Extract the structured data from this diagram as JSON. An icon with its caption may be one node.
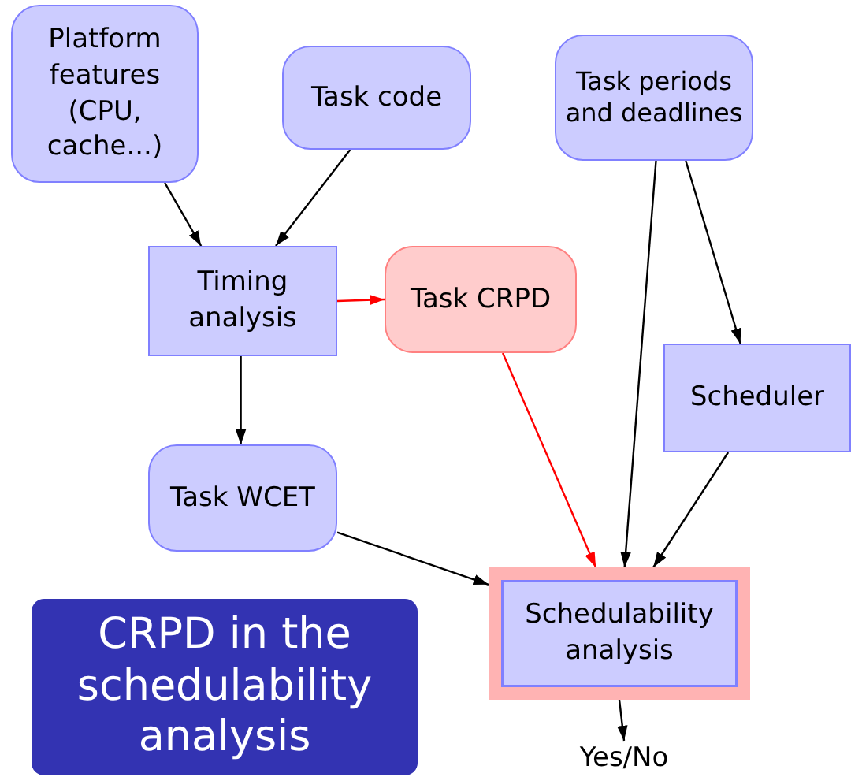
{
  "diagram": {
    "nodes": [
      {
        "text": [
          "Platform features (CPU, cache...)"
        ]
      },
      {
        "text": [
          "Task code"
        ]
      },
      {
        "text": [
          "Task periods and deadlines"
        ]
      },
      {
        "text": [
          "Timing analysis"
        ]
      },
      {
        "text": [
          "Task CRPD"
        ]
      },
      {
        "text": [
          "Scheduler"
        ]
      },
      {
        "text": [
          "Task WCET"
        ]
      },
      {
        "text": [
          "Schedulability analysis"
        ]
      },
      {
        "text": [
          "Yes/No"
        ]
      },
      {
        "text": [
          "CRPD in the schedulability analysis"
        ]
      }
    ],
    "edges": [
      {
        "from": 0,
        "to": 3,
        "arrow": "to"
      },
      {
        "from": 1,
        "to": 3,
        "arrow": "to"
      },
      {
        "from": 3,
        "to": 4,
        "arrow": "to",
        "color": "#ff0000"
      },
      {
        "from": 3,
        "to": 6,
        "arrow": "to"
      },
      {
        "from": 2,
        "to": 7,
        "arrow": "to"
      },
      {
        "from": 2,
        "to": 5,
        "arrow": "to"
      },
      {
        "from": 4,
        "to": 7,
        "arrow": "to",
        "color": "#ff0000"
      },
      {
        "from": 5,
        "to": 7,
        "arrow": "to"
      },
      {
        "from": 6,
        "to": 7,
        "arrow": "to"
      },
      {
        "from": 7,
        "to": 8,
        "arrow": "to"
      }
    ]
  }
}
